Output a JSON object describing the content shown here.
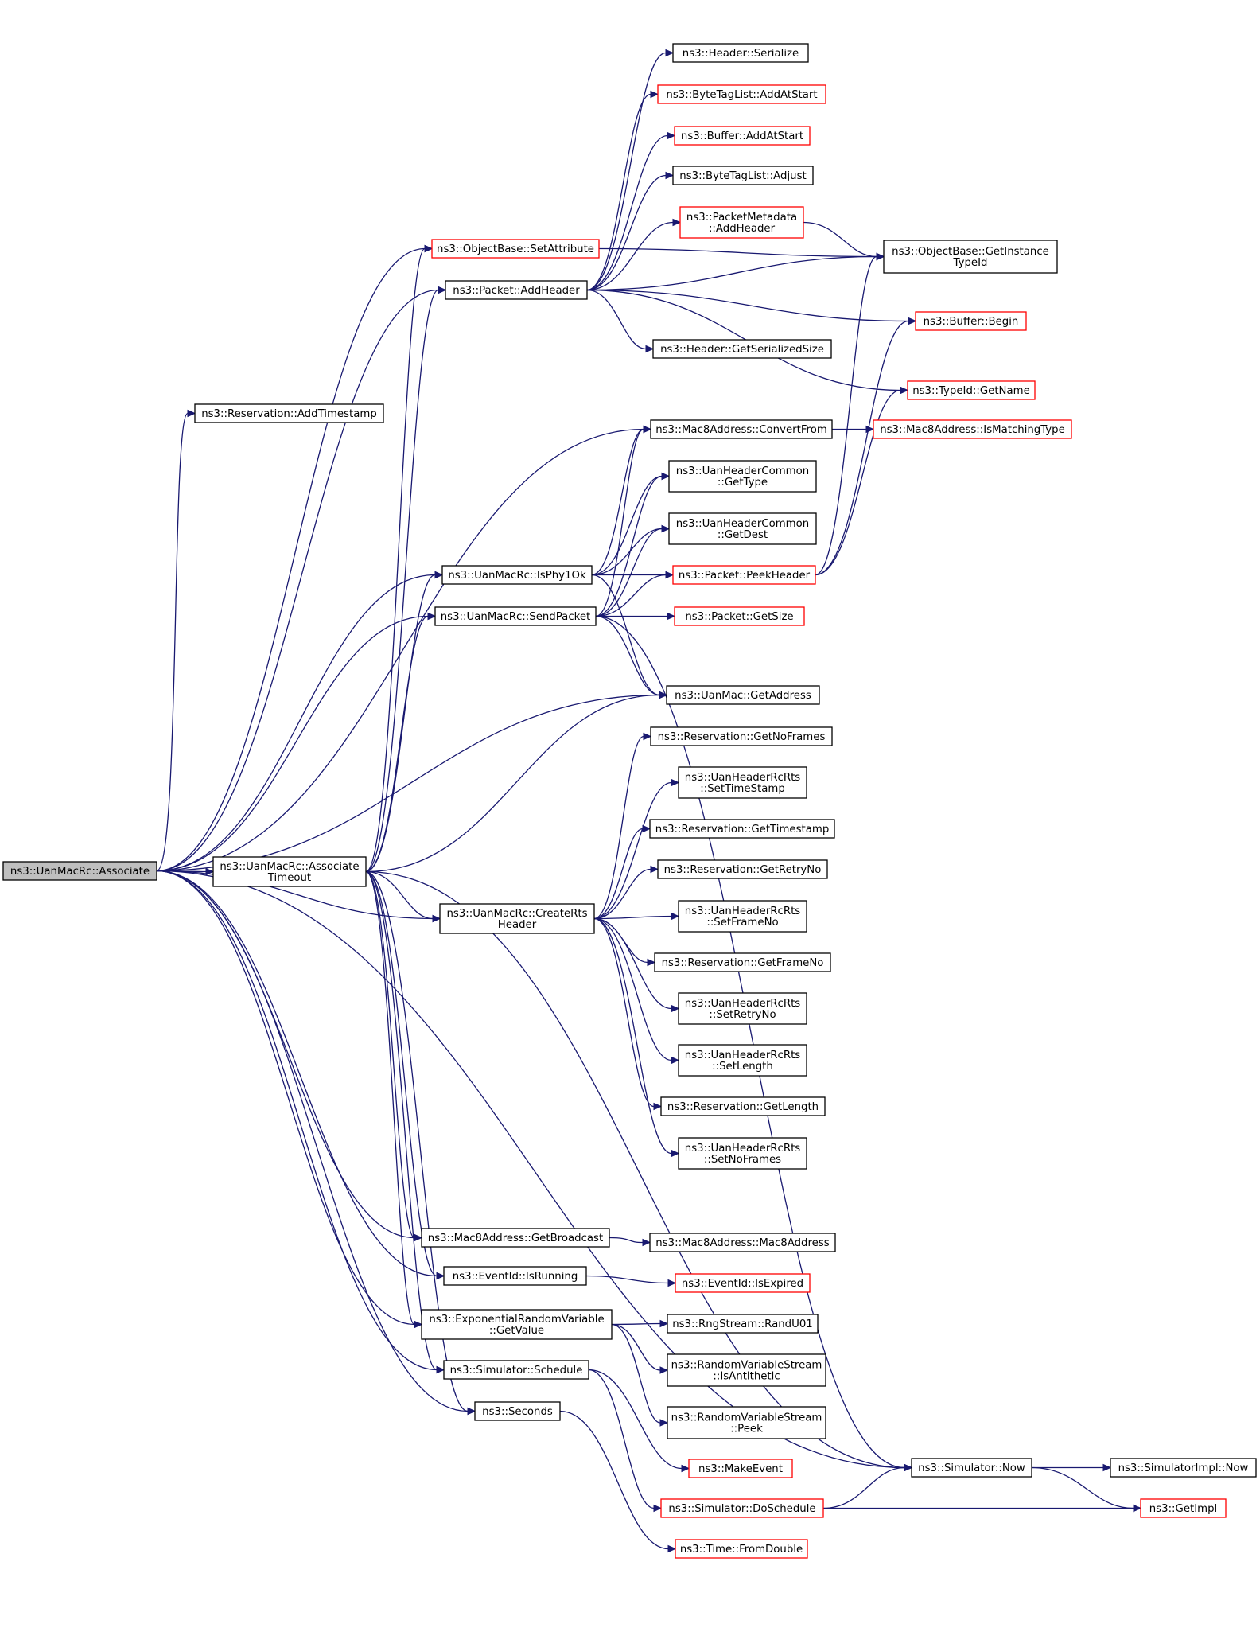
{
  "colors": {
    "edge": "#191970",
    "node_border": "#000000",
    "truncated_border": "#ff0000",
    "root_fill": "#bfbfbf",
    "background": "#ffffff"
  },
  "nodes": [
    {
      "id": "associate",
      "lines": [
        "ns3::UanMacRc::Associate"
      ],
      "style": "root"
    },
    {
      "id": "assoc_timeout",
      "lines": [
        "ns3::UanMacRc::Associate",
        "Timeout"
      ],
      "style": "normal"
    },
    {
      "id": "set_attribute",
      "lines": [
        "ns3::ObjectBase::SetAttribute"
      ],
      "style": "red"
    },
    {
      "id": "add_header",
      "lines": [
        "ns3::Packet::AddHeader"
      ],
      "style": "normal"
    },
    {
      "id": "add_timestamp",
      "lines": [
        "ns3::Reservation::AddTimestamp"
      ],
      "style": "normal"
    },
    {
      "id": "is_phy1ok",
      "lines": [
        "ns3::UanMacRc::IsPhy1Ok"
      ],
      "style": "normal"
    },
    {
      "id": "send_packet",
      "lines": [
        "ns3::UanMacRc::SendPacket"
      ],
      "style": "normal"
    },
    {
      "id": "create_rts",
      "lines": [
        "ns3::UanMacRc::CreateRts",
        "Header"
      ],
      "style": "normal"
    },
    {
      "id": "mac8_get_broadcast",
      "lines": [
        "ns3::Mac8Address::GetBroadcast"
      ],
      "style": "normal"
    },
    {
      "id": "eventid_is_running",
      "lines": [
        "ns3::EventId::IsRunning"
      ],
      "style": "normal"
    },
    {
      "id": "exp_get_value",
      "lines": [
        "ns3::ExponentialRandomVariable",
        "::GetValue"
      ],
      "style": "normal"
    },
    {
      "id": "sim_schedule",
      "lines": [
        "ns3::Simulator::Schedule"
      ],
      "style": "normal"
    },
    {
      "id": "seconds",
      "lines": [
        "ns3::Seconds"
      ],
      "style": "normal"
    },
    {
      "id": "header_serialize",
      "lines": [
        "ns3::Header::Serialize"
      ],
      "style": "normal"
    },
    {
      "id": "bytetag_add_at_start",
      "lines": [
        "ns3::ByteTagList::AddAtStart"
      ],
      "style": "red"
    },
    {
      "id": "buffer_add_at_start",
      "lines": [
        "ns3::Buffer::AddAtStart"
      ],
      "style": "red"
    },
    {
      "id": "bytetag_adjust",
      "lines": [
        "ns3::ByteTagList::Adjust"
      ],
      "style": "normal"
    },
    {
      "id": "pm_add_header",
      "lines": [
        "ns3::PacketMetadata",
        "::AddHeader"
      ],
      "style": "red"
    },
    {
      "id": "get_instance_typeid",
      "lines": [
        "ns3::ObjectBase::GetInstance",
        "TypeId"
      ],
      "style": "normal"
    },
    {
      "id": "buffer_begin",
      "lines": [
        "ns3::Buffer::Begin"
      ],
      "style": "red"
    },
    {
      "id": "header_get_ser_size",
      "lines": [
        "ns3::Header::GetSerializedSize"
      ],
      "style": "normal"
    },
    {
      "id": "typeid_get_name",
      "lines": [
        "ns3::TypeId::GetName"
      ],
      "style": "red"
    },
    {
      "id": "mac8_convert_from",
      "lines": [
        "ns3::Mac8Address::ConvertFrom"
      ],
      "style": "normal"
    },
    {
      "id": "mac8_is_matching",
      "lines": [
        "ns3::Mac8Address::IsMatchingType"
      ],
      "style": "red"
    },
    {
      "id": "uhc_get_type",
      "lines": [
        "ns3::UanHeaderCommon",
        "::GetType"
      ],
      "style": "normal"
    },
    {
      "id": "uhc_get_dest",
      "lines": [
        "ns3::UanHeaderCommon",
        "::GetDest"
      ],
      "style": "normal"
    },
    {
      "id": "packet_peek_header",
      "lines": [
        "ns3::Packet::PeekHeader"
      ],
      "style": "red"
    },
    {
      "id": "packet_get_size",
      "lines": [
        "ns3::Packet::GetSize"
      ],
      "style": "red"
    },
    {
      "id": "uanmac_get_address",
      "lines": [
        "ns3::UanMac::GetAddress"
      ],
      "style": "normal"
    },
    {
      "id": "res_get_no_frames",
      "lines": [
        "ns3::Reservation::GetNoFrames"
      ],
      "style": "normal"
    },
    {
      "id": "rts_set_timestamp",
      "lines": [
        "ns3::UanHeaderRcRts",
        "::SetTimeStamp"
      ],
      "style": "normal"
    },
    {
      "id": "res_get_timestamp",
      "lines": [
        "ns3::Reservation::GetTimestamp"
      ],
      "style": "normal"
    },
    {
      "id": "res_get_retry_no",
      "lines": [
        "ns3::Reservation::GetRetryNo"
      ],
      "style": "normal"
    },
    {
      "id": "rts_set_frame_no",
      "lines": [
        "ns3::UanHeaderRcRts",
        "::SetFrameNo"
      ],
      "style": "normal"
    },
    {
      "id": "res_get_frame_no",
      "lines": [
        "ns3::Reservation::GetFrameNo"
      ],
      "style": "normal"
    },
    {
      "id": "rts_set_retry_no",
      "lines": [
        "ns3::UanHeaderRcRts",
        "::SetRetryNo"
      ],
      "style": "normal"
    },
    {
      "id": "rts_set_length",
      "lines": [
        "ns3::UanHeaderRcRts",
        "::SetLength"
      ],
      "style": "normal"
    },
    {
      "id": "res_get_length",
      "lines": [
        "ns3::Reservation::GetLength"
      ],
      "style": "normal"
    },
    {
      "id": "rts_set_no_frames",
      "lines": [
        "ns3::UanHeaderRcRts",
        "::SetNoFrames"
      ],
      "style": "normal"
    },
    {
      "id": "mac8_ctor",
      "lines": [
        "ns3::Mac8Address::Mac8Address"
      ],
      "style": "normal"
    },
    {
      "id": "eventid_is_expired",
      "lines": [
        "ns3::EventId::IsExpired"
      ],
      "style": "red"
    },
    {
      "id": "rng_randu01",
      "lines": [
        "ns3::RngStream::RandU01"
      ],
      "style": "normal"
    },
    {
      "id": "rvs_is_antithetic",
      "lines": [
        "ns3::RandomVariableStream",
        "::IsAntithetic"
      ],
      "style": "normal"
    },
    {
      "id": "rvs_peek",
      "lines": [
        "ns3::RandomVariableStream",
        "::Peek"
      ],
      "style": "normal"
    },
    {
      "id": "make_event",
      "lines": [
        "ns3::MakeEvent"
      ],
      "style": "red"
    },
    {
      "id": "sim_do_schedule",
      "lines": [
        "ns3::Simulator::DoSchedule"
      ],
      "style": "red"
    },
    {
      "id": "time_from_double",
      "lines": [
        "ns3::Time::FromDouble"
      ],
      "style": "red"
    },
    {
      "id": "sim_now",
      "lines": [
        "ns3::Simulator::Now"
      ],
      "style": "normal"
    },
    {
      "id": "simimpl_now",
      "lines": [
        "ns3::SimulatorImpl::Now"
      ],
      "style": "normal"
    },
    {
      "id": "get_impl",
      "lines": [
        "ns3::GetImpl"
      ],
      "style": "red"
    }
  ],
  "edges": [
    [
      "associate",
      "assoc_timeout"
    ],
    [
      "associate",
      "set_attribute"
    ],
    [
      "associate",
      "add_header"
    ],
    [
      "associate",
      "add_timestamp"
    ],
    [
      "associate",
      "mac8_convert_from"
    ],
    [
      "associate",
      "is_phy1ok"
    ],
    [
      "associate",
      "send_packet"
    ],
    [
      "associate",
      "uanmac_get_address"
    ],
    [
      "associate",
      "create_rts"
    ],
    [
      "associate",
      "mac8_get_broadcast"
    ],
    [
      "associate",
      "eventid_is_running"
    ],
    [
      "associate",
      "exp_get_value"
    ],
    [
      "associate",
      "sim_schedule"
    ],
    [
      "associate",
      "seconds"
    ],
    [
      "associate",
      "sim_now"
    ],
    [
      "assoc_timeout",
      "set_attribute"
    ],
    [
      "assoc_timeout",
      "add_header"
    ],
    [
      "assoc_timeout",
      "is_phy1ok"
    ],
    [
      "assoc_timeout",
      "send_packet"
    ],
    [
      "assoc_timeout",
      "uanmac_get_address"
    ],
    [
      "assoc_timeout",
      "create_rts"
    ],
    [
      "assoc_timeout",
      "mac8_get_broadcast"
    ],
    [
      "assoc_timeout",
      "eventid_is_running"
    ],
    [
      "assoc_timeout",
      "exp_get_value"
    ],
    [
      "assoc_timeout",
      "sim_schedule"
    ],
    [
      "assoc_timeout",
      "seconds"
    ],
    [
      "assoc_timeout",
      "sim_now"
    ],
    [
      "set_attribute",
      "get_instance_typeid"
    ],
    [
      "add_header",
      "header_serialize"
    ],
    [
      "add_header",
      "bytetag_add_at_start"
    ],
    [
      "add_header",
      "buffer_add_at_start"
    ],
    [
      "add_header",
      "bytetag_adjust"
    ],
    [
      "add_header",
      "pm_add_header"
    ],
    [
      "add_header",
      "get_instance_typeid"
    ],
    [
      "add_header",
      "buffer_begin"
    ],
    [
      "add_header",
      "header_get_ser_size"
    ],
    [
      "add_header",
      "typeid_get_name"
    ],
    [
      "pm_add_header",
      "get_instance_typeid"
    ],
    [
      "mac8_convert_from",
      "mac8_is_matching"
    ],
    [
      "is_phy1ok",
      "mac8_convert_from"
    ],
    [
      "is_phy1ok",
      "uhc_get_type"
    ],
    [
      "is_phy1ok",
      "uhc_get_dest"
    ],
    [
      "is_phy1ok",
      "packet_peek_header"
    ],
    [
      "is_phy1ok",
      "uanmac_get_address"
    ],
    [
      "send_packet",
      "mac8_convert_from"
    ],
    [
      "send_packet",
      "uhc_get_type"
    ],
    [
      "send_packet",
      "uhc_get_dest"
    ],
    [
      "send_packet",
      "packet_peek_header"
    ],
    [
      "send_packet",
      "packet_get_size"
    ],
    [
      "send_packet",
      "uanmac_get_address"
    ],
    [
      "send_packet",
      "sim_now"
    ],
    [
      "packet_peek_header",
      "get_instance_typeid"
    ],
    [
      "packet_peek_header",
      "buffer_begin"
    ],
    [
      "packet_peek_header",
      "typeid_get_name"
    ],
    [
      "create_rts",
      "res_get_no_frames"
    ],
    [
      "create_rts",
      "rts_set_timestamp"
    ],
    [
      "create_rts",
      "res_get_timestamp"
    ],
    [
      "create_rts",
      "res_get_retry_no"
    ],
    [
      "create_rts",
      "rts_set_frame_no"
    ],
    [
      "create_rts",
      "res_get_frame_no"
    ],
    [
      "create_rts",
      "rts_set_retry_no"
    ],
    [
      "create_rts",
      "rts_set_length"
    ],
    [
      "create_rts",
      "res_get_length"
    ],
    [
      "create_rts",
      "rts_set_no_frames"
    ],
    [
      "mac8_get_broadcast",
      "mac8_ctor"
    ],
    [
      "eventid_is_running",
      "eventid_is_expired"
    ],
    [
      "exp_get_value",
      "rng_randu01"
    ],
    [
      "exp_get_value",
      "rvs_is_antithetic"
    ],
    [
      "exp_get_value",
      "rvs_peek"
    ],
    [
      "sim_schedule",
      "make_event"
    ],
    [
      "sim_schedule",
      "sim_do_schedule"
    ],
    [
      "seconds",
      "time_from_double"
    ],
    [
      "sim_do_schedule",
      "sim_now"
    ],
    [
      "sim_do_schedule",
      "get_impl"
    ],
    [
      "sim_now",
      "simimpl_now"
    ],
    [
      "sim_now",
      "get_impl"
    ]
  ]
}
